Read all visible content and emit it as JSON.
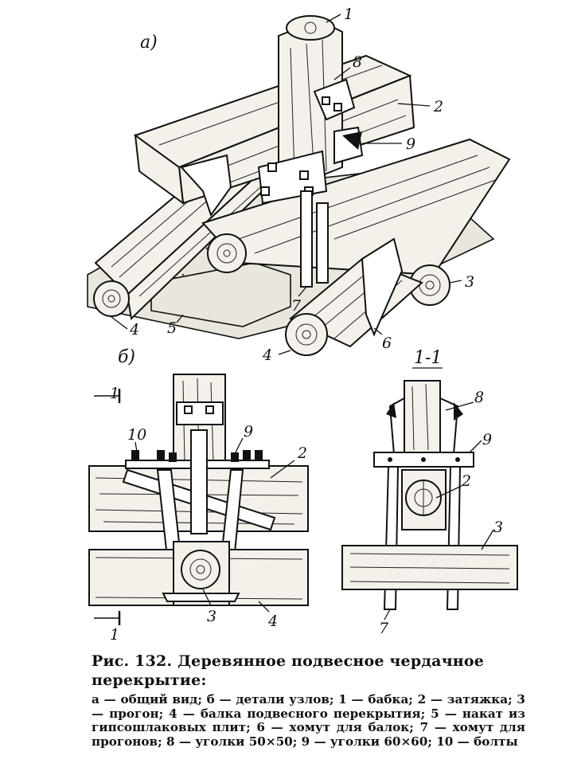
{
  "labels": {
    "view_a": "а)",
    "view_b": "б)",
    "section": "1-1",
    "cut_mark": "1",
    "a1": "1",
    "a2": "2",
    "a3": "3",
    "a4_left": "4",
    "a4_right": "4",
    "a5": "5",
    "a6": "6",
    "a7": "7",
    "a8": "8",
    "a9": "9",
    "b10": "10",
    "b9": "9",
    "b2": "2",
    "b3": "3",
    "b4": "4",
    "s8": "8",
    "s9": "9",
    "s2": "2",
    "s3": "3",
    "s7": "7"
  },
  "caption": {
    "title": "Рис. 132. Деревянное подвесное чердачное перекрытие:",
    "legend": "а — общий вид; б — детали узлов; 1 — бабка; 2 — затяжка; 3 — прогон; 4 — балка подвесного перекрытия; 5 — накат из гипсошлаковых плит; 6 — хомут для балок; 7 — хомут для прогонов; 8 — уголки 50×50; 9 — уголки 60×60; 10 — болты"
  }
}
